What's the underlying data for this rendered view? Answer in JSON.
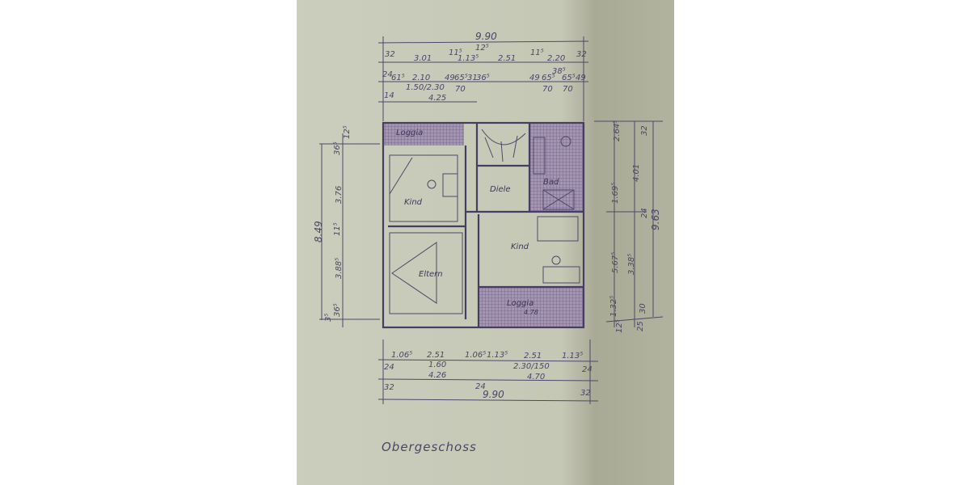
{
  "drawing": {
    "title": "Obergeschoss",
    "colors": {
      "paper": "#c9cab9",
      "paper_shadow": "#a6a793",
      "ink": "#4f4768",
      "hatch": "#8e7f9e"
    },
    "rooms": {
      "loggia_top": "Loggia",
      "kind_left": "Kind",
      "eltern": "Eltern",
      "diele": "Diele",
      "bad": "Bad",
      "kind_right": "Kind",
      "loggia_bottom": "Loggia",
      "loggia_bottom_area": "4.78"
    },
    "top_dims": {
      "overall": "9.90",
      "row2": [
        "32",
        "3.01",
        "11⁵",
        "1.13⁵",
        "12⁵",
        "2.51",
        "11⁵",
        "2.20",
        "32"
      ],
      "row3": [
        "24",
        "61⁵",
        "2.10",
        "1.50/2.30",
        "49",
        "65⁵",
        "70",
        "31",
        "36⁵",
        "49",
        "65⁵",
        "70",
        "38⁵",
        "65⁵",
        "70",
        "49"
      ],
      "row4": [
        "14",
        "4.25"
      ]
    },
    "bottom_dims": {
      "row1": [
        "1.06⁵",
        "2.51",
        "1.06⁵",
        "1.13⁵",
        "2.51",
        "1.13⁵"
      ],
      "row1_sub": [
        "1.60",
        "2.30/150"
      ],
      "row2": [
        "24",
        "4.26",
        "24",
        "4.70",
        "24"
      ],
      "overall": [
        "32",
        "9.90",
        "32"
      ]
    },
    "left_dims": [
      "8.49",
      "12⁵",
      "36⁵",
      "3.76",
      "11⁵",
      "3.88⁵",
      "36⁵",
      "3⁵"
    ],
    "right_dims": [
      "2.64⁵",
      "32",
      "4.01",
      "1.69⁵",
      "24",
      "9.63",
      "5.67⁵",
      "3.38⁵",
      "1.32⁵",
      "30",
      "12⁵",
      "25"
    ]
  }
}
